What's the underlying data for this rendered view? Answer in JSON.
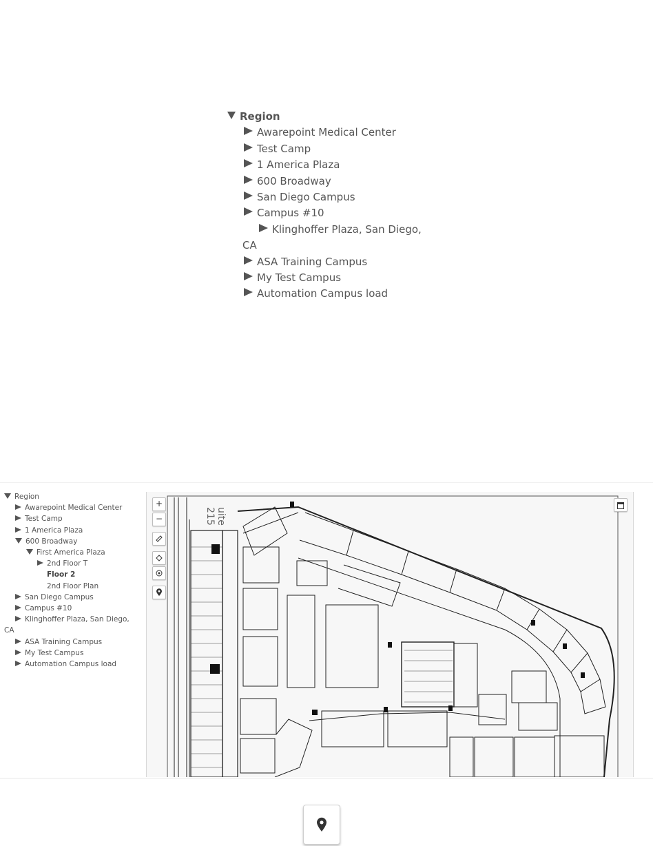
{
  "tree_large": {
    "root_label": "Region",
    "children": [
      "Awarepoint Medical Center",
      "Test Camp",
      "1 America Plaza",
      "600 Broadway",
      "San Diego Campus",
      "Campus #10",
      "Klinghoffer Plaza, San Diego, CA",
      "ASA Training Campus",
      "My Test Campus",
      "Automation Campus load"
    ]
  },
  "tree_small": {
    "root_label": "Region",
    "items": {
      "awarepoint": "Awarepoint Medical Center",
      "test_camp": "Test Camp",
      "america_plaza": "1 America Plaza",
      "broadway": "600 Broadway",
      "first_america_plaza": "First America Plaza",
      "floor_2nd_t": "2nd Floor T",
      "floor_2": "Floor 2",
      "floor_2nd_plan": "2nd Floor Plan",
      "san_diego": "San Diego Campus",
      "campus_10": "Campus #10",
      "klinghoffer": "Klinghoffer Plaza, San Diego, CA",
      "asa": "ASA Training Campus",
      "my_test": "My Test Campus",
      "automation": "Automation Campus load"
    }
  },
  "map": {
    "zoom_in": "+",
    "zoom_out": "−",
    "suite_label_1": "uite",
    "suite_label_2": "215"
  },
  "icons": {
    "expanded": "triangle-down-icon",
    "collapsed": "triangle-right-icon",
    "location": "map-pin-icon"
  },
  "colors": {
    "tree_text": "#555555",
    "map_line": "#222222",
    "map_bg": "#f7f7f7"
  }
}
